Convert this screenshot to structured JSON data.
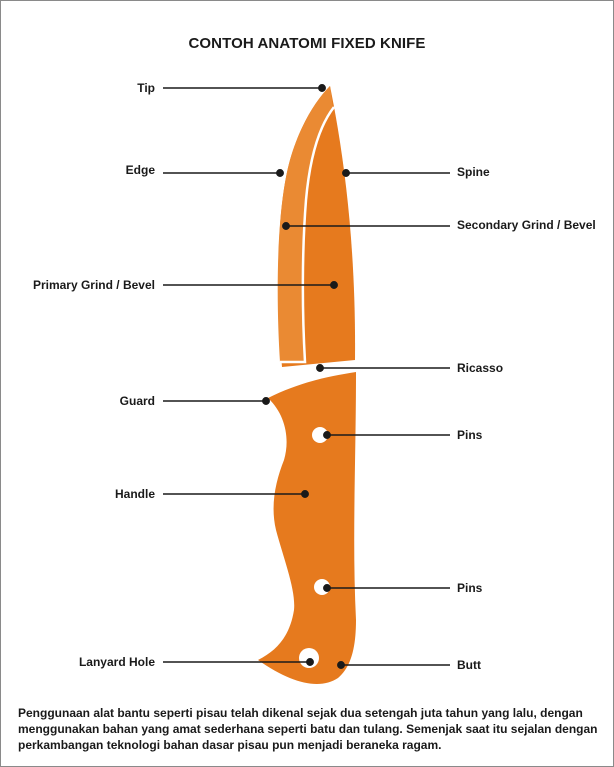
{
  "title": "CONTOH ANATOMI FIXED KNIFE",
  "colors": {
    "blade_primary": "#E67A1E",
    "blade_edge_bevel": "#EA8A33",
    "handle": "#E67A1E",
    "leader_line": "#1a1a1a",
    "border": "#8a8a8a"
  },
  "labels_left": [
    {
      "text": "Tip"
    },
    {
      "text": "Edge"
    },
    {
      "text": "Primary Grind / Bevel"
    },
    {
      "text": "Guard"
    },
    {
      "text": "Handle"
    },
    {
      "text": "Lanyard Hole"
    }
  ],
  "labels_right": [
    {
      "text": "Spine"
    },
    {
      "text": "Secondary Grind / Bevel"
    },
    {
      "text": "Ricasso"
    },
    {
      "text": "Pins"
    },
    {
      "text": "Pins"
    },
    {
      "text": "Butt"
    }
  ],
  "description": "Penggunaan alat bantu seperti pisau telah dikenal sejak dua setengah juta tahun yang lalu, dengan menggunakan bahan yang amat sederhana seperti batu dan tulang. Semenjak saat itu sejalan dengan perkambangan teknologi bahan dasar pisau pun menjadi beraneka ragam."
}
